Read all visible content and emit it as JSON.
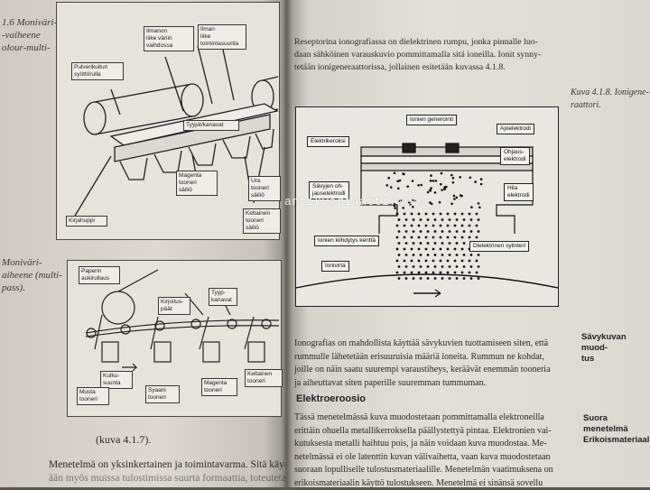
{
  "left_page": {
    "margin_notes": {
      "note_1": [
        "1.6 Moniväri-",
        "-vaiheene",
        "olour-multi-"
      ],
      "note_2": [
        "Moniväri-",
        "aiheene (multi-",
        "pass)."
      ]
    },
    "figure_top": {
      "callouts": {
        "ilmanlike_vaihdossa": [
          "Ilmanon",
          "liike väriin",
          "vaihdossa"
        ],
        "ilmanlike": [
          "Ilman",
          "liike",
          "toimintasuunta"
        ],
        "pulverikuitu_syottorulla": [
          "Pulverikuitun",
          "syöttörulla"
        ],
        "tyypitpinta": "Tyypit/kanavat",
        "magenta_tooneri": [
          "Magenta",
          "tooneri",
          "säiliö"
        ],
        "ura_tooneri": [
          "Ura",
          "tooneri",
          "säiliö"
        ],
        "keltainen_tooneri": [
          "Keltainen",
          "tooneri",
          "säiliö"
        ],
        "kirjahuppi": "Kirjahuppi"
      }
    },
    "figure_bottom": {
      "callouts": {
        "paperin_aukirullaus": [
          "Paperin",
          "aukirullaus"
        ],
        "kirjoitus_paat": [
          "Kirjoitus-",
          "päät"
        ],
        "tyyppikanavat": [
          "Tyyp-",
          "kanavat"
        ],
        "kulku_suunta": [
          "Kulku-",
          "suunta"
        ],
        "musta_tooneri": [
          "Musta",
          "tooneri"
        ],
        "syaani_tooneri": [
          "Syaani",
          "tooneri"
        ],
        "magenta_tooneri": [
          "Magenta",
          "tooneri"
        ],
        "keltainen_tooneri": [
          "Keltainen",
          "tooneri"
        ]
      }
    },
    "caption": "(kuva 4.1.7).",
    "bottom_lines": [
      "Menetelmä on yksinkertainen ja toimintavarma. Sitä käyte-",
      "ään myös muissa tulostimissa suurta formaattia, toteutetaan"
    ]
  },
  "watermark": "antikvariaatti.net",
  "right_page": {
    "intro_lines": [
      "Reseptorina ionografiassa on dielektrinen rumpu, jonka pinnalle luo-",
      "daan sähköinen varauskuvio pommittamalla sitä ioneilla. Ionit synny-",
      "tetään ionigeneraattorissa, jollainen esitetään kuvassa 4.1.8."
    ],
    "figure_caption": [
      "Kuva 4.1.8. Ionigene-",
      "raattori."
    ],
    "figure": {
      "labels": {
        "ionien_generointi": "Ionien generointi",
        "ajoelektrodi": "Ajoelektrodi",
        "elektrikeroksi": "Elektrikeroksi",
        "ohjauselektrodi": [
          "Ohjaus-",
          "elektrodi"
        ],
        "savyjen_ohjaus": [
          "Sävyjen oh-",
          "jauselektrodi"
        ],
        "hila_elektrodi": [
          "Hila",
          "elektrodi"
        ],
        "ionien_kiihdytys": "Ionien kiihdytys kenttä",
        "dielektrinen_sylinteri": "Dielektrinen sylinteri",
        "ionivirta": "Ionivirta"
      }
    },
    "paragraph_1": [
      "Ionografias on mahdollista käyttää sävykuvien tuottamiseen siten, että",
      "rummulle lähetetään erisuuruisia määriä ioneita. Rummun ne kohdat,",
      "joille on näin saatu suurempi varaustiheys, keräävät enemmän tooneria",
      "ja aiheuttavat siten paperille suuremman tummuman."
    ],
    "heading": "Elektroeroosio",
    "paragraph_2": [
      "Tässä menetelmässä kuva muodostetaan pommittamalla elektroneilla",
      "erittäin ohuella metallikerroksella päällystettyä pintaa. Elektronien vai-",
      "kutuksesta metalli haihtuu pois, ja näin voidaan kuva muodostaa. Me-",
      "netelmässä ei ole latenttin kuvan välivaihetta, vaan kuva muodostetaan",
      "suoraan lopulliselle tulostusmateriaalille. Menetelmän vaatimuksena on",
      "erikoismateriaalin käyttö tulostukseen. Menetelmä ei sinänsä sovellu"
    ],
    "side_heading_1": [
      "Sävykuvan muod-",
      "tus"
    ],
    "side_heading_2": [
      "Suora menetelmä",
      "Erikoismateriaali"
    ]
  }
}
